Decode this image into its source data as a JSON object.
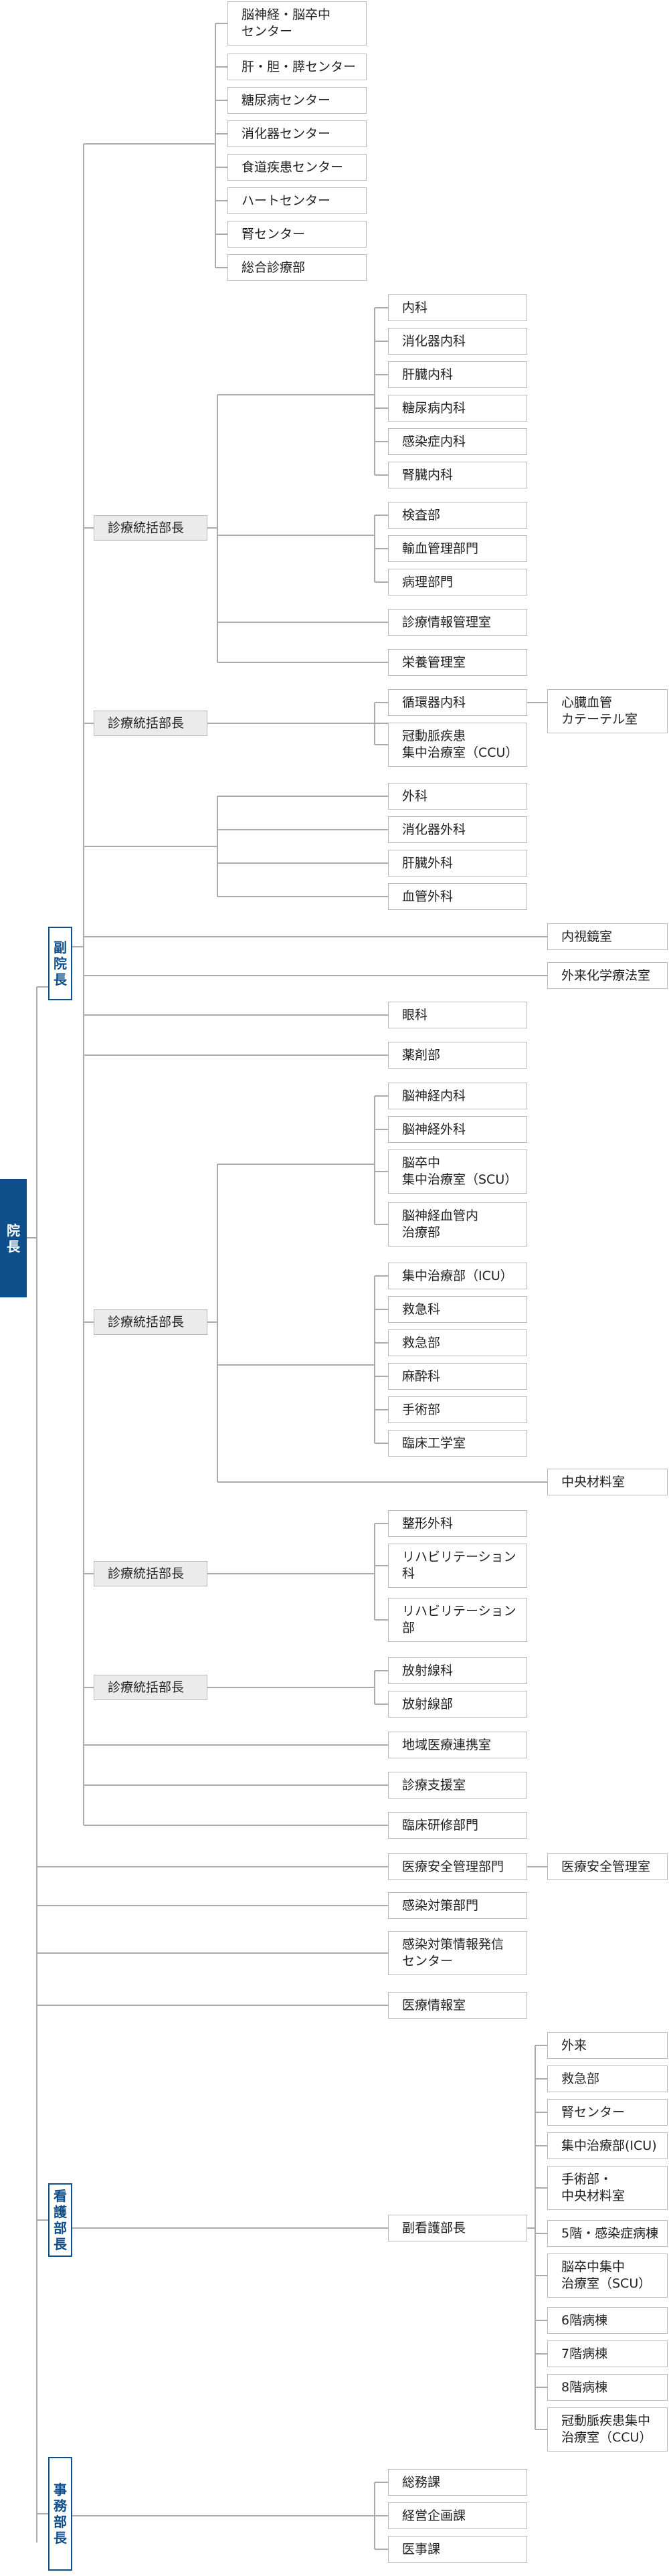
{
  "colors": {
    "line": "#aaaaaa",
    "border": "#b9b9b9",
    "accent": "#0e4f8b",
    "gray_box": "#ebebeb"
  },
  "roles": {
    "director": "院\n長",
    "vice_director": "副\n院\n長",
    "nursing_director": "看\n護\n部\n長",
    "admin_director": "事\n務\n部\n長"
  },
  "centers": [
    "脳神経・脳卒中\nセンター",
    "肝・胆・膵センター",
    "糖尿病センター",
    "消化器センター",
    "食道疾患センター",
    "ハートセンター",
    "腎センター",
    "総合診療部"
  ],
  "group1": {
    "head": "診療統括部長",
    "depts": [
      "内科",
      "消化器内科",
      "肝臓内科",
      "糖尿病内科",
      "感染症内科",
      "腎臓内科",
      "検査部",
      "輸血管理部門",
      "病理部門",
      "診療情報管理室",
      "栄養管理室"
    ]
  },
  "group2": {
    "head": "診療統括部長",
    "depts": [
      "循環器内科",
      "冠動脈疾患\n集中治療室（CCU）"
    ],
    "sub": "心臓血管\nカテーテル室"
  },
  "surgery": [
    "外科",
    "消化器外科",
    "肝臓外科",
    "血管外科"
  ],
  "vice_units": [
    "内視鏡室",
    "外来化学療法室"
  ],
  "vice_depts": [
    "眼科",
    "薬剤部"
  ],
  "group3": {
    "head": "診療統括部長",
    "depts": [
      "脳神経内科",
      "脳神経外科",
      "脳卒中\n集中治療室（SCU）",
      "脳神経血管内\n治療部",
      "集中治療部（ICU）",
      "救急科",
      "救急部",
      "麻酔科",
      "手術部",
      "臨床工学室"
    ],
    "sub": "中央材料室"
  },
  "group4": {
    "head": "診療統括部長",
    "depts": [
      "整形外科",
      "リハビリテーション\n科",
      "リハビリテーション\n部"
    ]
  },
  "group5": {
    "head": "診療統括部長",
    "depts": [
      "放射線科",
      "放射線部"
    ]
  },
  "vice_others": [
    "地域医療連携室",
    "診療支援室",
    "臨床研修部門"
  ],
  "safety": {
    "dept": "医療安全管理部門",
    "sub": "医療安全管理室"
  },
  "director_others": [
    "感染対策部門",
    "感染対策情報発信\nセンター",
    "医療情報室"
  ],
  "nursing": {
    "head": "副看護部長",
    "units": [
      "外来",
      "救急部",
      "腎センター",
      "集中治療部(ICU)",
      "手術部・\n中央材料室",
      "5階・感染症病棟",
      "脳卒中集中\n治療室（SCU）",
      "6階病棟",
      "7階病棟",
      "8階病棟",
      "冠動脈疾患集中\n治療室（CCU）"
    ]
  },
  "admin": [
    "総務課",
    "経営企画課",
    "医事課"
  ]
}
